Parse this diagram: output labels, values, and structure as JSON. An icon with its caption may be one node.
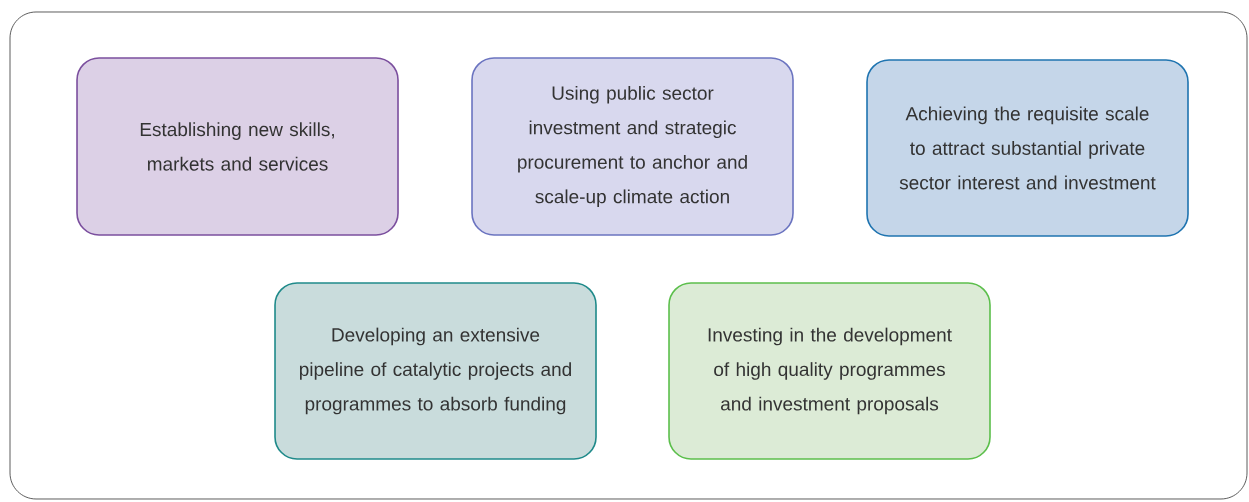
{
  "diagram": {
    "nodes": [
      {
        "text": [
          "Establishing new skills, markets and services"
        ]
      },
      {
        "text": [
          "Using public sector investment and strategic procurement to anchor and scale-up climate action"
        ]
      },
      {
        "text": [
          "Achieving the requisite scale to attract substantial private sector interest and investment"
        ]
      },
      {
        "text": [
          "Developing an extensive pipeline of catalytic projects and programmes to absorb funding"
        ]
      },
      {
        "text": [
          "Investing in the development of high quality programmes and investment proposals"
        ]
      }
    ]
  }
}
